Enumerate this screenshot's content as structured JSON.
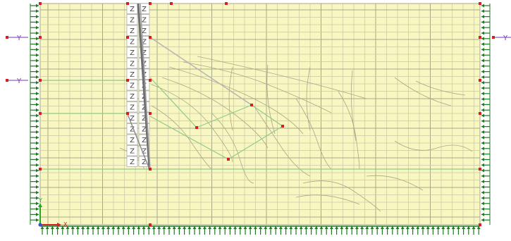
{
  "model": {
    "panel_fill": "#f8f7c2",
    "mesh_color": "#c8c8a4",
    "mesh_strong_color": "#a8a888",
    "guide_line_color": "#92c98a",
    "support_color": "#1f7a1f",
    "node_color": "#d62020",
    "pile_color": "#6e6e6e",
    "axis_color": "#7a3ab0",
    "pile_block_label": "Z",
    "pile_block_count": 15,
    "axis_marker_label": "Y",
    "origin_axes": {
      "x_label": "X",
      "y_label": "Y",
      "x_color": "#d62020",
      "y_color": "#22aa22"
    }
  }
}
